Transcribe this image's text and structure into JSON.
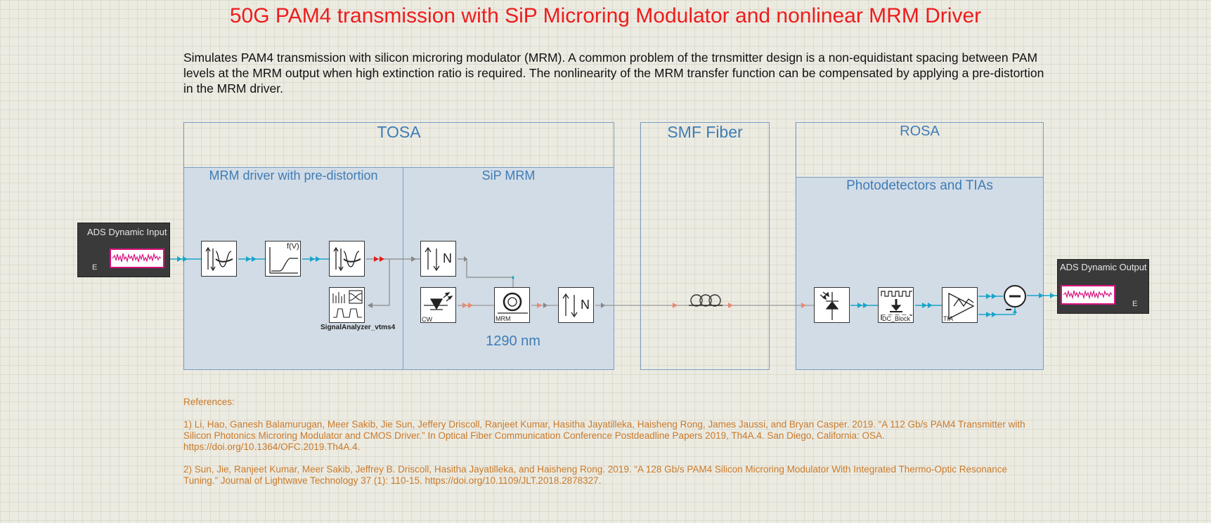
{
  "title": "50G PAM4 transmission with SiP Microring Modulator and nonlinear MRM Driver",
  "description": "Simulates PAM4 transmission with silicon microring modulator (MRM). A common problem of the trnsmitter design is a non-equidistant spacing between PAM levels at the MRM output when high extinction ratio is required. The nonlinearity of the MRM transfer function can be compensated by applying a pre-distortion in the MRM driver.",
  "panels": {
    "tosa": "TOSA",
    "driver": "MRM driver with pre-distortion",
    "sip_mrm": "SiP MRM",
    "wavelength": "1290 nm",
    "fiber": "SMF Fiber",
    "rosa": "ROSA",
    "photodetectors": "Photodetectors and TIAs"
  },
  "blocks": {
    "input_title": "ADS Dynamic Input",
    "input_port": "E",
    "output_title": "ADS Dynamic Output",
    "output_port": "E",
    "fv_label": "f(V)",
    "analyzer_label": "SignalAnalyzer_vtms4",
    "cw_label": "CW",
    "mrm_label": "MRM",
    "n_label_1": "N",
    "n_label_2": "N",
    "dc_block_label": "DC_Block",
    "tia_label": "TIA"
  },
  "icons": [
    "filter-icon",
    "nonlinear-function-icon",
    "signal-analyzer-icon",
    "polarization-n-icon",
    "cw-laser-icon",
    "microring-icon",
    "fiber-coil-icon",
    "photodetector-icon",
    "dc-block-icon",
    "tia-amplifier-icon",
    "subtractor-icon"
  ],
  "colors": {
    "title": "#ee1c1c",
    "panel_label": "#3f7cb5",
    "panel_fill": "#d2dce6",
    "references": "#c97a2a",
    "electrical_arrow": "#1aa5c8",
    "optical_arrow": "#e88a70",
    "ads_wave_border": "#d8137f"
  },
  "references": {
    "heading": "References:",
    "ref1": "1) Li, Hao, Ganesh Balamurugan, Meer Sakib, Jie Sun, Jeffery Driscoll, Ranjeet Kumar, Hasitha Jayatilleka, Haisheng Rong, James Jaussi, and Bryan Casper. 2019. “A 112 Gb/s PAM4 Transmitter with Silicon Photonics Microring Modulator and CMOS Driver.” In Optical Fiber Communication Conference Postdeadline Papers 2019, Th4A.4. San Diego, California: OSA. https://doi.org/10.1364/OFC.2019.Th4A.4.",
    "ref2": "2) Sun, Jie, Ranjeet Kumar, Meer Sakib, Jeffrey B. Driscoll, Hasitha Jayatilleka, and Haisheng Rong. 2019. “A 128 Gb/s PAM4 Silicon Microring Modulator With Integrated Thermo-Optic Resonance Tuning.” Journal of Lightwave Technology 37 (1): 110-15. https://doi.org/10.1109/JLT.2018.2878327."
  }
}
